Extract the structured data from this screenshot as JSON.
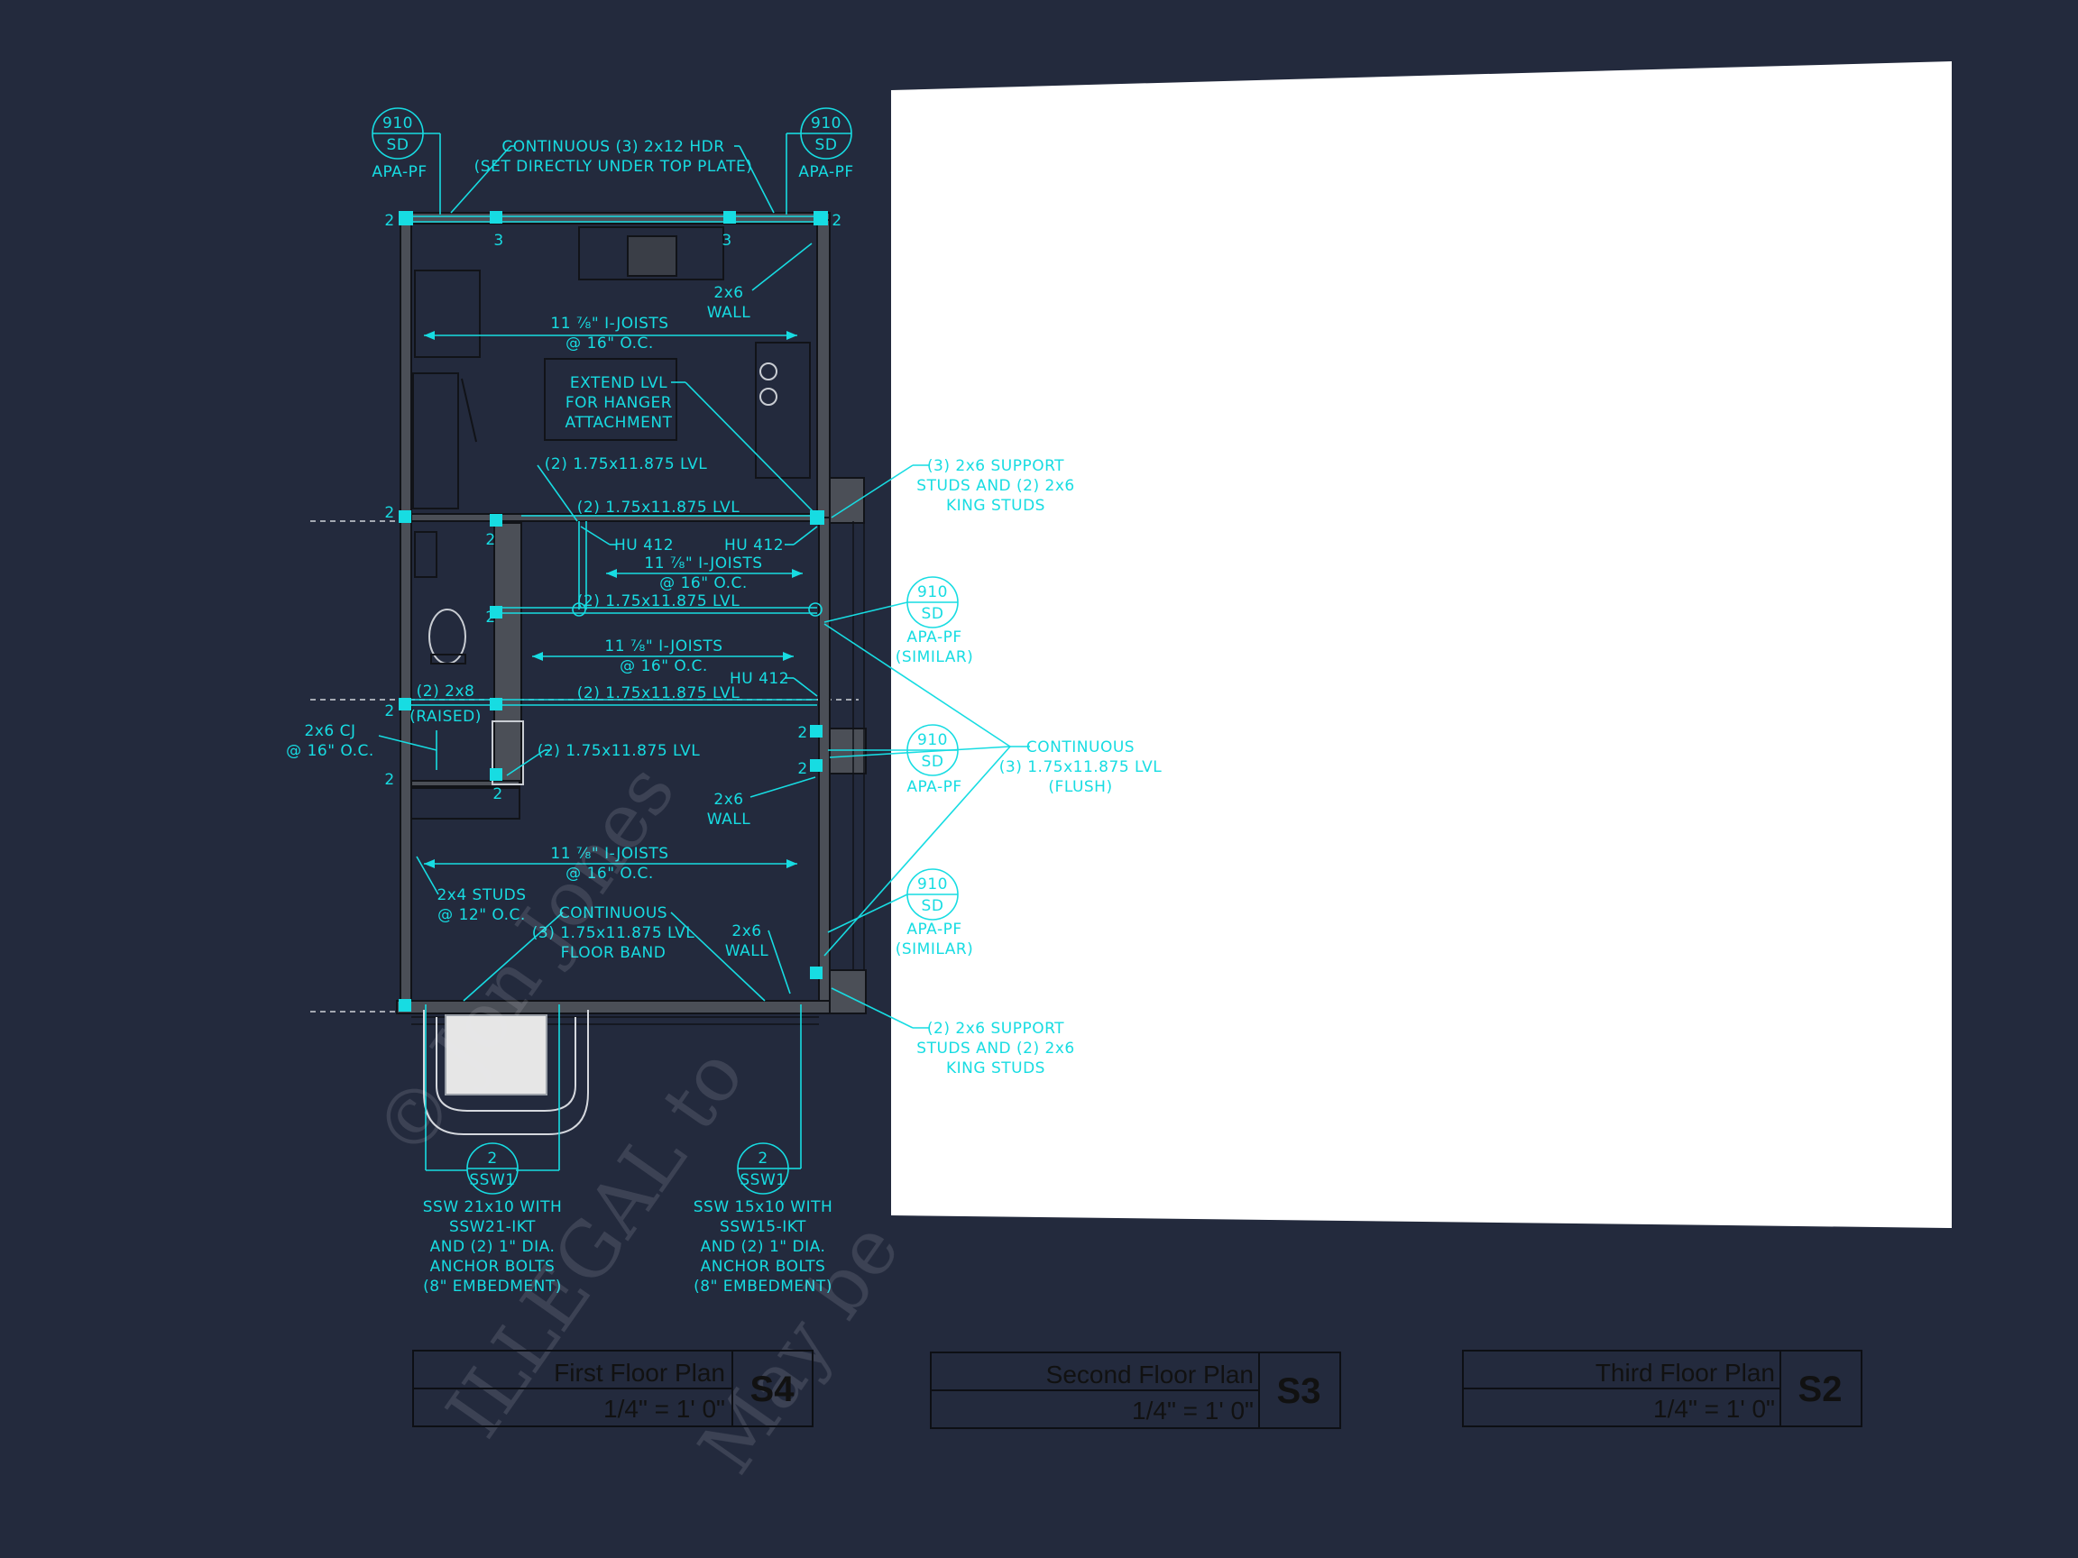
{
  "colors": {
    "background": "#232a3d",
    "accent": "#17dce2",
    "wall": "#4b4f57",
    "wall_edge": "#111318",
    "white_panel": "#ffffff",
    "title_text": "#111111"
  },
  "labels": {
    "grid_910": "910",
    "grid_sd": "SD",
    "grid_2": "2",
    "apa_pf": "APA-PF",
    "similar": "(SIMILAR)",
    "ssw1": "SSW1",
    "hdr_line1": "CONTINUOUS (3) 2x12 HDR",
    "hdr_line2": "(SET DIRECTLY UNDER TOP PLATE)",
    "wall_2x6": "2x6",
    "wall": "WALL",
    "ijoist_a": "11 ⅞\" I-JOISTS",
    "oc16": "@ 16\" O.C.",
    "extend_1": "EXTEND LVL",
    "extend_2": "FOR HANGER",
    "extend_3": "ATTACHMENT",
    "lvl2": "(2) 1.75x11.875 LVL",
    "lvl2b": "(2) 1.75x11.875 LVL",
    "support3_1": "(3) 2x6 SUPPORT",
    "support3_2": "STUDS AND (2) 2x6",
    "king_studs": "KING STUDS",
    "support2_1": "(2) 2x6 SUPPORT",
    "hu412": "HU 412",
    "joist_2x8": "(2) 2x8",
    "raised": "(RAISED)",
    "cj_1": "2x6 CJ",
    "cj_2": "@ 16\" O.C.",
    "lvl2_short": "(2) 1.75x11.875 LVL",
    "cont_flush_1": "CONTINUOUS",
    "cont_flush_2": "(3) 1.75x11.875 LVL",
    "cont_flush_3": "(FLUSH)",
    "studs_1": "2x4 STUDS",
    "studs_2": "@ 12\" O.C.",
    "band_1": "CONTINUOUS",
    "band_2": "(3) 1.75x11.875 LVL",
    "band_3": "FLOOR BAND",
    "ssw_left_1": "SSW 21x10 WITH",
    "ssw_left_2": "SSW21-IKT",
    "ssw_right_1": "SSW 15x10 WITH",
    "ssw_right_2": "SSW15-IKT",
    "anchor_1": "AND (2) 1\" DIA.",
    "anchor_2": "ANCHOR BOLTS",
    "anchor_3": "(8\" EMBEDMENT)",
    "col_2": "2",
    "col_3": "3"
  },
  "title_blocks": [
    {
      "name": "First Floor Plan",
      "scale": "1/4\" = 1' 0\"",
      "sheet": "S4"
    },
    {
      "name": "Second Floor Plan",
      "scale": "1/4\" = 1' 0\"",
      "sheet": "S3"
    },
    {
      "name": "Third Floor Plan",
      "scale": "1/4\" = 1' 0\"",
      "sheet": "S2"
    }
  ],
  "watermark": {
    "line1": "© Jon Jones",
    "line2": "ILLEGAL to",
    "line3": "May be"
  }
}
